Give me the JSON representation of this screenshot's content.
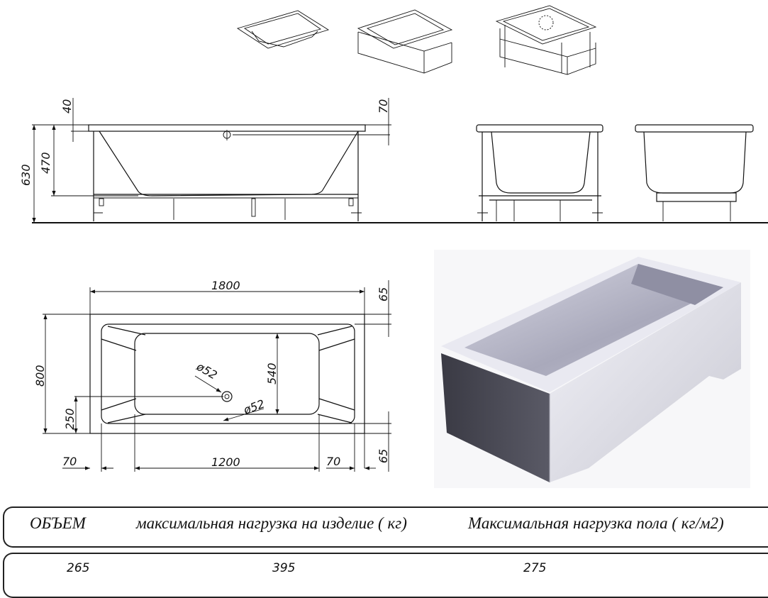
{
  "side_view": {
    "dims": {
      "total_height": "630",
      "depth": "470",
      "rim_thickness": "40",
      "overflow_offset": "70"
    }
  },
  "plan_view": {
    "dims": {
      "length": "1800",
      "width": "800",
      "basin_length": "1200",
      "basin_width": "540",
      "drain_offset": "250",
      "rim_left": "70",
      "rim_right": "70",
      "rim_top": "65",
      "rim_bottom": "65",
      "overflow_diameter": "ø52",
      "drain_diameter": "ø52"
    }
  },
  "specs_table": {
    "headers": [
      "ОБЪЕМ",
      "максимальная нагрузка на изделие ( кг)",
      "Максимальная нагрузка пола ( кг/м2)"
    ],
    "values": [
      "265",
      "395",
      "275"
    ]
  }
}
